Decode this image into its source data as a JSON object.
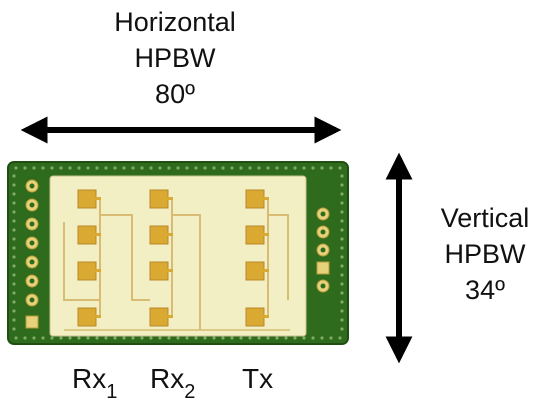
{
  "horizontal": {
    "lines": [
      "Horizontal",
      "HPBW",
      "80º"
    ]
  },
  "vertical": {
    "lines": [
      "Vertical",
      "HPBW",
      "34º"
    ]
  },
  "antennas": [
    {
      "id": "rx1",
      "base": "Rx",
      "sub": "1"
    },
    {
      "id": "rx2",
      "base": "Rx",
      "sub": "2"
    },
    {
      "id": "tx",
      "base": "Tx",
      "sub": ""
    }
  ],
  "colors": {
    "board": "#2e6b1c",
    "board_edge": "#1f5012",
    "panel": "#f3efc4",
    "pad": "#d9a932",
    "trace": "#d8bc74",
    "arrow": "#000000"
  }
}
